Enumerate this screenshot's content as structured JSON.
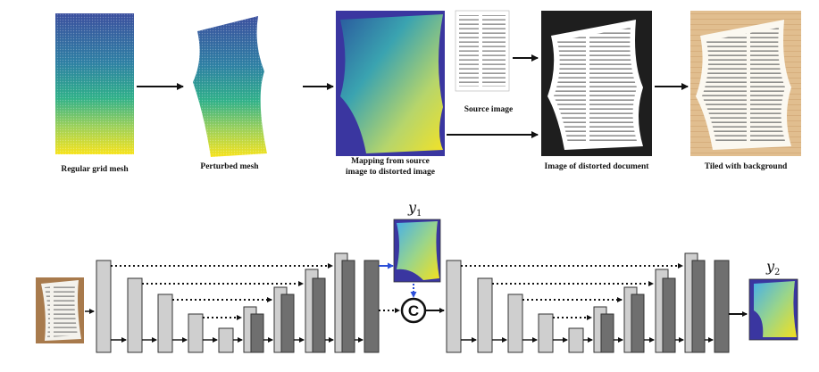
{
  "pipeline": {
    "captions": {
      "regular_grid": "Regular grid mesh",
      "perturbed": "Perturbed mesh",
      "mapping_line1": "Mapping from source",
      "mapping_line2": "image to distorted image",
      "source": "Source image",
      "distorted": "Image of distorted document",
      "tiled": "Tiled with background"
    }
  },
  "network": {
    "output1": {
      "symbol": "y",
      "sub": "1"
    },
    "output2": {
      "symbol": "y",
      "sub": "2"
    },
    "concat_symbol": "C"
  },
  "colors": {
    "mesh_top": "#3b4f9e",
    "mesh_mid": "#2aa38e",
    "mesh_bottom": "#f5e11e",
    "block_light": "#cfcfcf",
    "block_dark": "#6f6f6f",
    "skip_arrow": "#111111",
    "output_arrow": "#2c4fd8",
    "dark_background": "#1e1e1e",
    "wood": "#dcb98c"
  }
}
